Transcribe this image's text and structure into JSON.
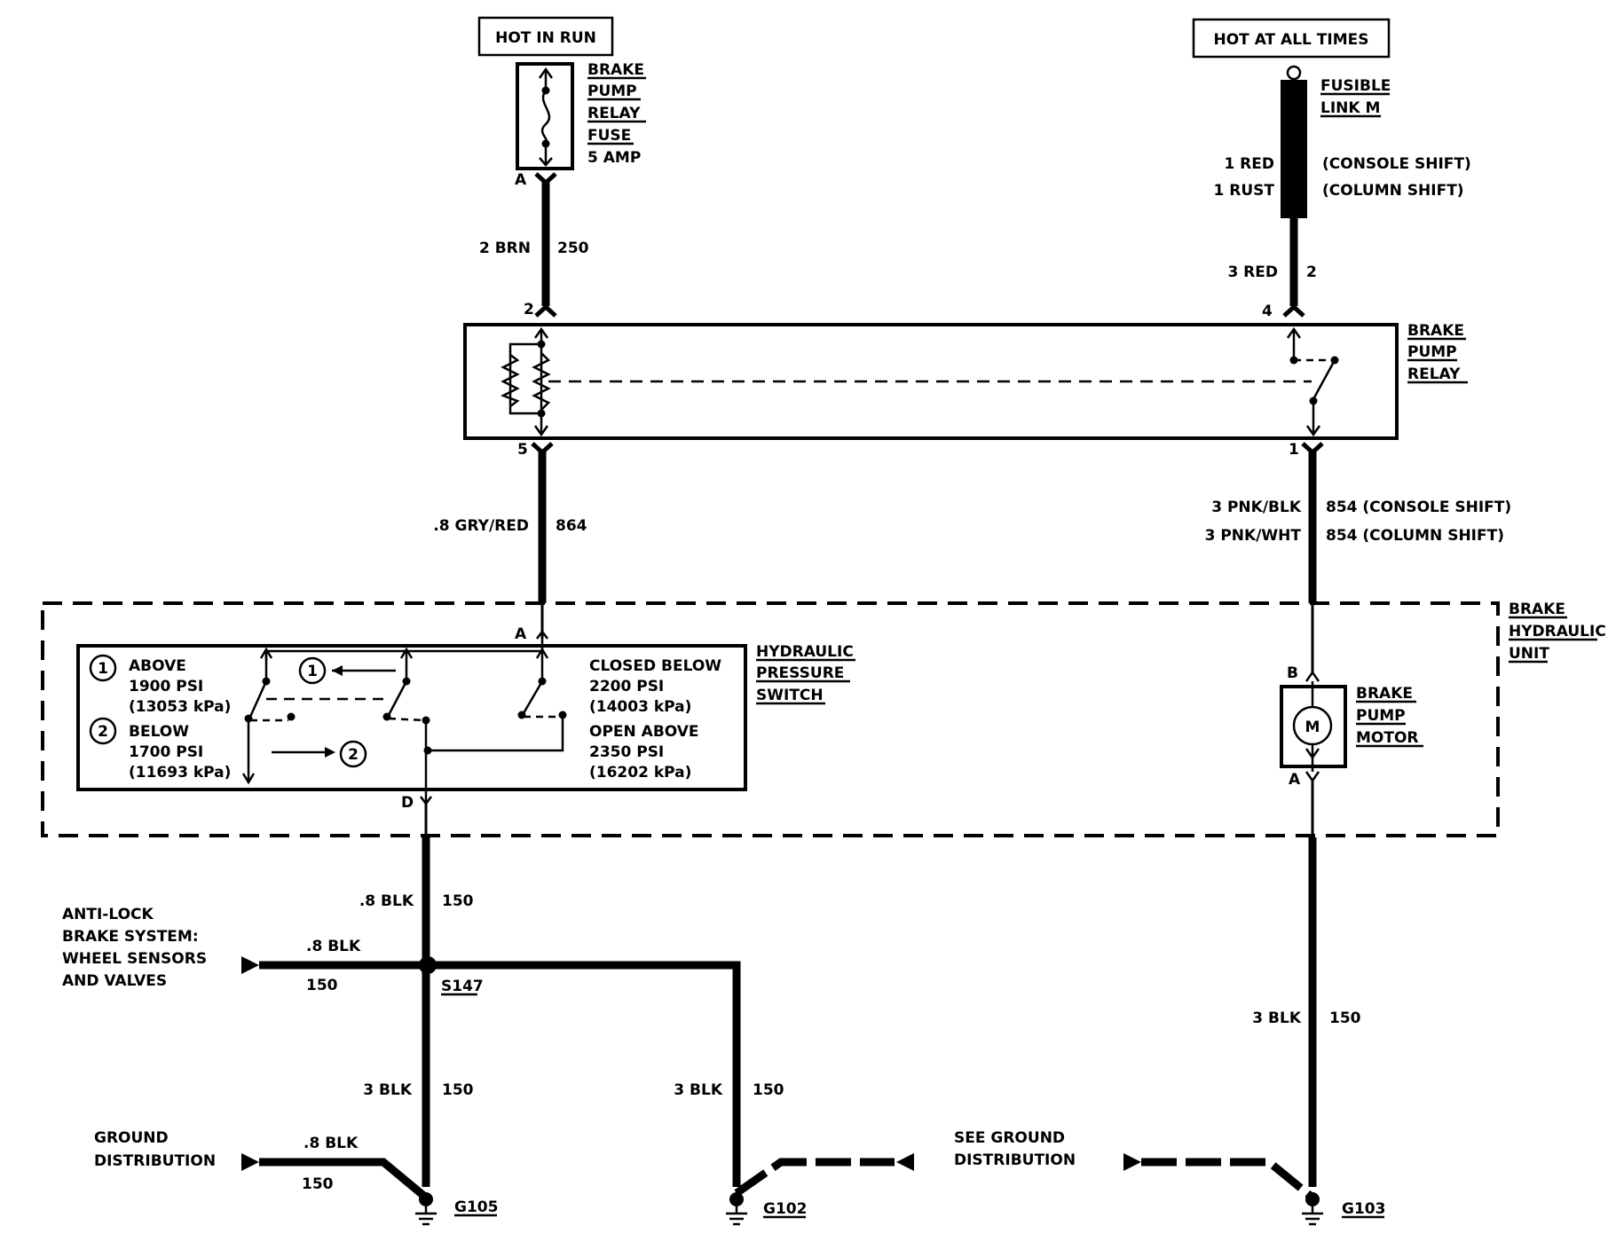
{
  "sources": {
    "run": "HOT IN RUN",
    "always": "HOT AT ALL TIMES"
  },
  "fuse": {
    "lines": [
      "BRAKE",
      "PUMP",
      "RELAY",
      "FUSE",
      "5 AMP"
    ],
    "terminal": "A"
  },
  "fusible_link": {
    "lines": [
      "FUSIBLE",
      "LINK M"
    ],
    "wire1": "1 RED",
    "wire1_note": "(CONSOLE SHIFT)",
    "wire2": "1 RUST",
    "wire2_note": "(COLUMN SHIFT)"
  },
  "wires": {
    "fuse_to_relay": {
      "label": "2 BRN",
      "circuit": "250"
    },
    "link_to_relay": {
      "label": "3 RED",
      "circuit": "2"
    },
    "relay_to_switch": {
      "label": ".8 GRY/RED",
      "circuit": "864"
    },
    "relay_to_motor_1": {
      "label": "3 PNK/BLK",
      "circuit": "854 (CONSOLE SHIFT)"
    },
    "relay_to_motor_2": {
      "label": "3 PNK/WHT",
      "circuit": "854 (COLUMN SHIFT)"
    },
    "switch_to_splice": {
      "label": ".8 BLK",
      "circuit": "150"
    },
    "abs_to_splice": {
      "label": ".8 BLK",
      "circuit": "150"
    },
    "splice_to_g105": {
      "label": "3 BLK",
      "circuit": "150"
    },
    "splice_to_g102": {
      "label": "3 BLK",
      "circuit": "150"
    },
    "motor_to_g103": {
      "label": "3 BLK",
      "circuit": "150"
    },
    "gnd_dist_to_g105": {
      "label": ".8 BLK",
      "circuit": "150"
    }
  },
  "relay": {
    "lines": [
      "BRAKE",
      "PUMP",
      "RELAY"
    ],
    "pins": {
      "coil_in": "2",
      "switch_in": "4",
      "coil_out": "5",
      "switch_out": "1"
    }
  },
  "hydraulic_unit": {
    "lines": [
      "BRAKE",
      "HYDRAULIC",
      "UNIT"
    ]
  },
  "pressure_switch": {
    "lines": [
      "HYDRAULIC",
      "PRESSURE",
      "SWITCH"
    ],
    "pin_in": "A",
    "pin_out": "D",
    "state1": {
      "num": "1",
      "lines": [
        "ABOVE",
        "1900 PSI",
        "(13053 kPa)"
      ]
    },
    "state2": {
      "num": "2",
      "lines": [
        "BELOW",
        "1700 PSI",
        "(11693 kPa)"
      ]
    },
    "closed": [
      "CLOSED BELOW",
      "2200 PSI",
      "(14003 kPa)"
    ],
    "open": [
      "OPEN ABOVE",
      "2350 PSI",
      "(16202 kPa)"
    ]
  },
  "motor": {
    "lines": [
      "BRAKE",
      "PUMP",
      "MOTOR"
    ],
    "symbol": "M",
    "pin_in": "B",
    "pin_out": "A"
  },
  "splice": "S147",
  "abs": {
    "lines": [
      "ANTI-LOCK",
      "BRAKE SYSTEM:",
      "WHEEL SENSORS",
      "AND VALVES"
    ]
  },
  "ground_dist": {
    "lines": [
      "GROUND",
      "DISTRIBUTION"
    ]
  },
  "see_ground": {
    "lines": [
      "SEE GROUND",
      "DISTRIBUTION"
    ]
  },
  "grounds": {
    "g105": "G105",
    "g102": "G102",
    "g103": "G103"
  }
}
